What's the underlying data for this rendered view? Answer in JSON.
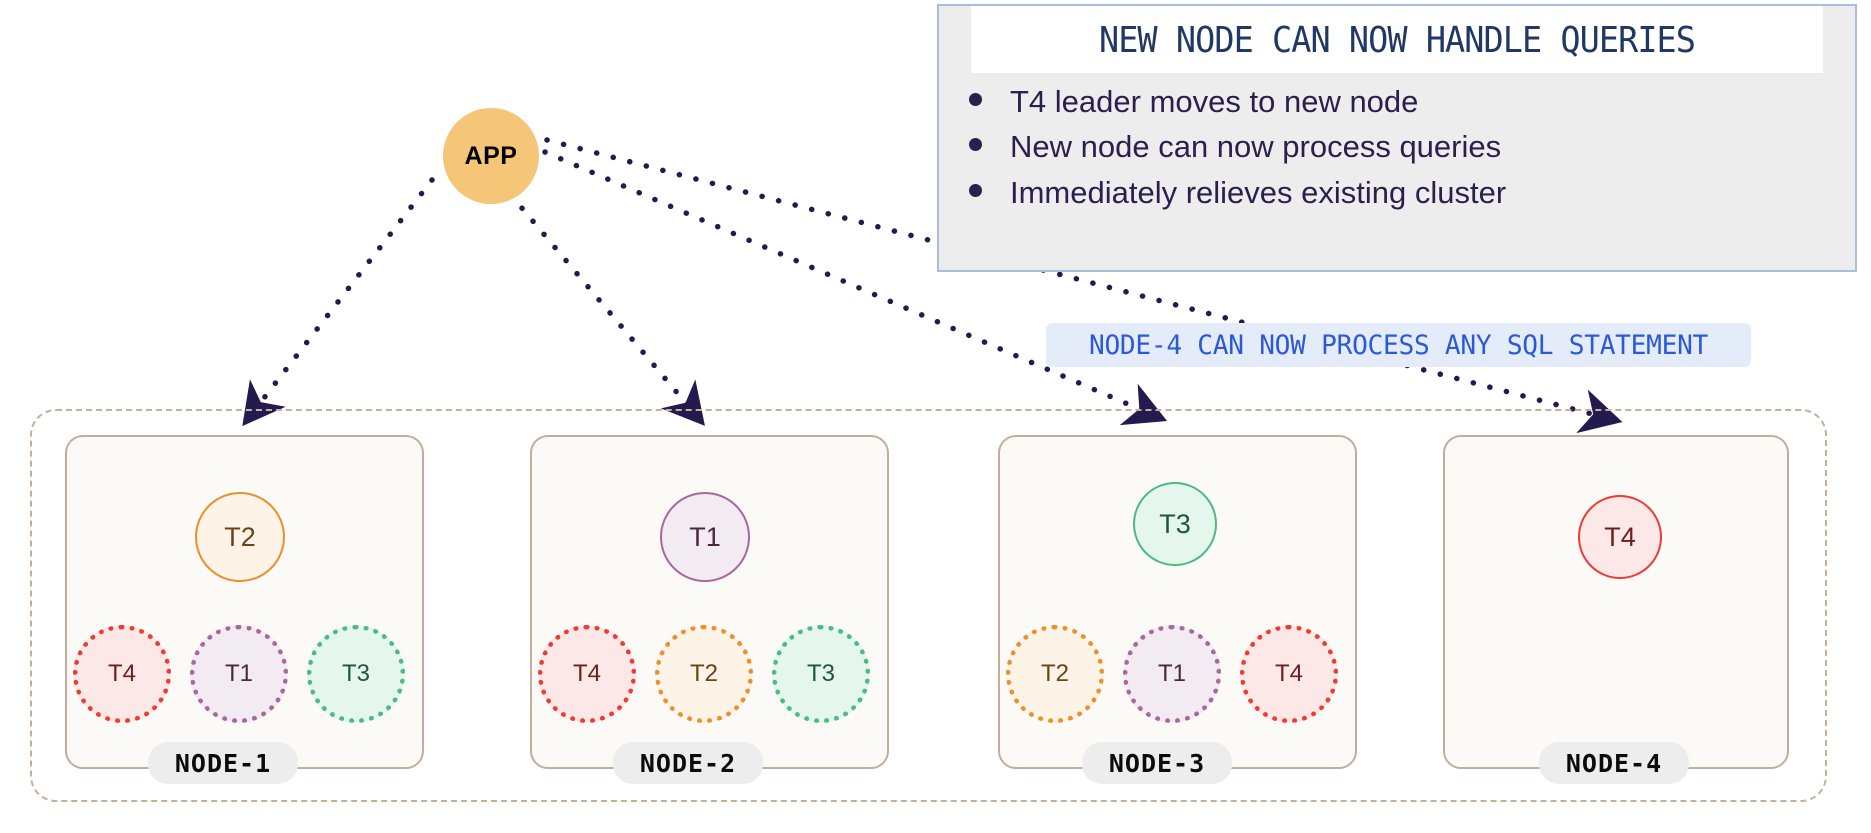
{
  "app": {
    "label": "APP"
  },
  "callout": {
    "title": "NEW NODE CAN NOW HANDLE QUERIES",
    "bullets": [
      "T4 leader moves to new node",
      "New node can now process queries",
      "Immediately relieves existing cluster"
    ]
  },
  "banner": {
    "text": "NODE-4 CAN NOW PROCESS ANY SQL STATEMENT"
  },
  "colors": {
    "app_fill": "#F5C677",
    "arrow": "#231A4D",
    "cluster_border": "#C8AE96",
    "node_border": "#C4AD9B",
    "node_fill": "#FCFAF7",
    "label_pill": "#EDEDED",
    "callout_border": "#A8BFDC",
    "callout_title_text": "#1F3864",
    "callout_body_bg": "#EDEDED",
    "banner_bg": "#E4ECFA",
    "banner_text": "#2B59D8",
    "t1_border": "#A8689C",
    "t1_fill": "#F3EBF2",
    "t1_text": "#4A2740",
    "t2_border": "#E8912D",
    "t2_fill": "#FDF3E7",
    "t2_text": "#6B4415",
    "t3_border": "#4CBB7F",
    "t3_fill": "#E5F6EC",
    "t3_text": "#1E5637",
    "t4_border": "#EE3B33",
    "t4_fill": "#FCE8E6",
    "t4_text": "#6E1E1C"
  },
  "nodes": [
    {
      "id": "node-1",
      "label": "NODE-1",
      "leader": {
        "name": "T2",
        "tablet": "t2"
      },
      "replicas": [
        {
          "name": "T4",
          "tablet": "t4"
        },
        {
          "name": "T1",
          "tablet": "t1"
        },
        {
          "name": "T3",
          "tablet": "t3"
        }
      ]
    },
    {
      "id": "node-2",
      "label": "NODE-2",
      "leader": {
        "name": "T1",
        "tablet": "t1"
      },
      "replicas": [
        {
          "name": "T4",
          "tablet": "t4"
        },
        {
          "name": "T2",
          "tablet": "t2"
        },
        {
          "name": "T3",
          "tablet": "t3"
        }
      ]
    },
    {
      "id": "node-3",
      "label": "NODE-3",
      "leader": {
        "name": "T3",
        "tablet": "t3"
      },
      "replicas": [
        {
          "name": "T2",
          "tablet": "t2"
        },
        {
          "name": "T1",
          "tablet": "t1"
        },
        {
          "name": "T4",
          "tablet": "t4"
        }
      ]
    },
    {
      "id": "node-4",
      "label": "NODE-4",
      "leader": {
        "name": "T4",
        "tablet": "t4"
      },
      "replicas": []
    }
  ],
  "connections": [
    {
      "from": "app",
      "to": "node-1"
    },
    {
      "from": "app",
      "to": "node-2"
    },
    {
      "from": "app",
      "to": "node-3"
    },
    {
      "from": "app",
      "to": "node-4"
    }
  ]
}
